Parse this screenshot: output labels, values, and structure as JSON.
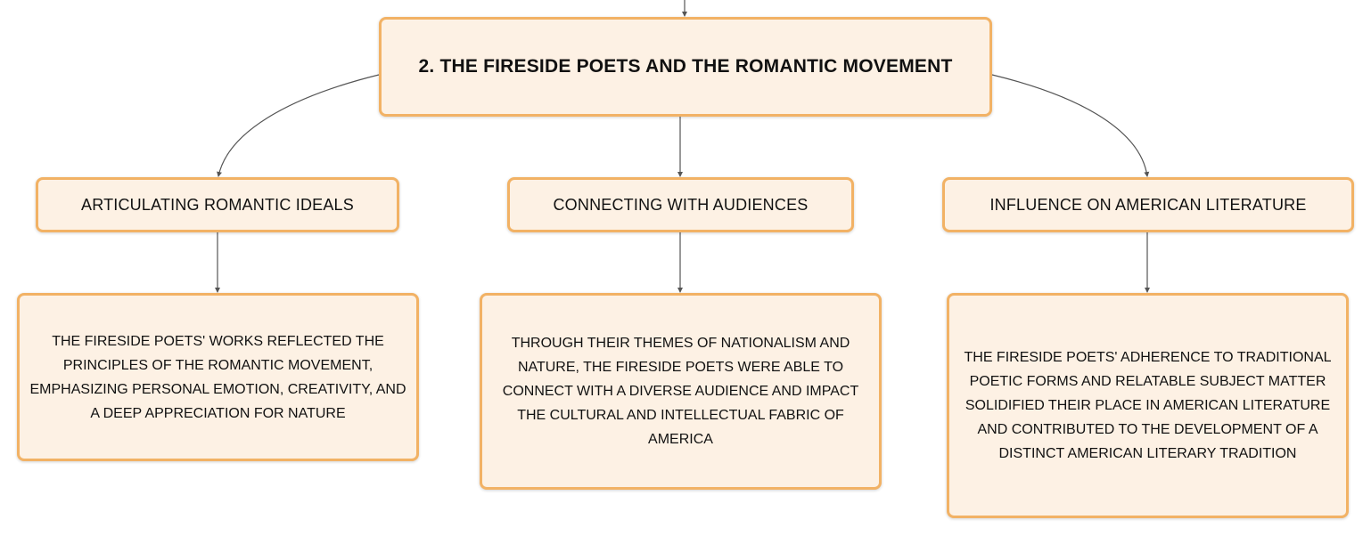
{
  "colors": {
    "node_fill": "#fdf1e4",
    "node_border": "#f2b265",
    "connector": "#555555",
    "text": "#111111"
  },
  "root": {
    "title": "2. THE FIRESIDE POETS AND THE ROMANTIC MOVEMENT"
  },
  "branches": [
    {
      "label": "ARTICULATING ROMANTIC IDEALS",
      "detail": "THE FIRESIDE POETS' WORKS REFLECTED THE PRINCIPLES OF THE ROMANTIC MOVEMENT, EMPHASIZING PERSONAL EMOTION, CREATIVITY, AND A DEEP APPRECIATION FOR NATURE"
    },
    {
      "label": "CONNECTING WITH AUDIENCES",
      "detail": "THROUGH THEIR THEMES OF NATIONALISM AND NATURE, THE FIRESIDE POETS WERE ABLE TO CONNECT WITH A DIVERSE AUDIENCE AND IMPACT THE CULTURAL AND INTELLECTUAL FABRIC OF AMERICA"
    },
    {
      "label": "INFLUENCE ON AMERICAN LITERATURE",
      "detail": "THE FIRESIDE POETS' ADHERENCE TO TRADITIONAL POETIC FORMS AND RELATABLE SUBJECT MATTER SOLIDIFIED THEIR PLACE IN AMERICAN LITERATURE AND CONTRIBUTED TO THE DEVELOPMENT OF A DISTINCT AMERICAN LITERARY TRADITION"
    }
  ]
}
